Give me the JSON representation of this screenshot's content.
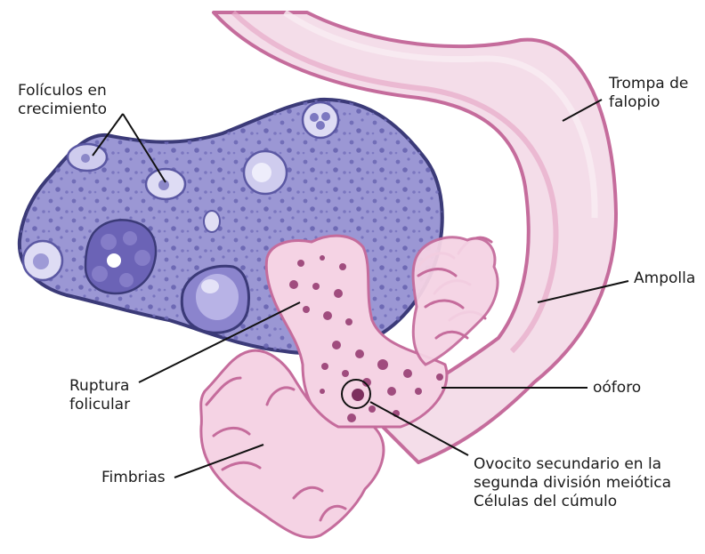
{
  "labels": {
    "foliculos": [
      "Folículos en",
      "crecimiento"
    ],
    "trompa": [
      "Trompa de",
      "falopio"
    ],
    "ampolla": "Ampolla",
    "ruptura": [
      "Ruptura",
      "folicular"
    ],
    "ooforo": "oóforo",
    "fimbrias": "Fimbrias",
    "ovocito": [
      "Ovocito secundario en la",
      "segunda división meiótica",
      "Células del cúmulo"
    ]
  },
  "colors": {
    "ovary_fill": "#9b97d4",
    "ovary_outline": "#3b3a78",
    "tube_fill": "#f4dde9",
    "tube_outline": "#c56c9c",
    "cumulus_dots": "#a04c7e"
  }
}
